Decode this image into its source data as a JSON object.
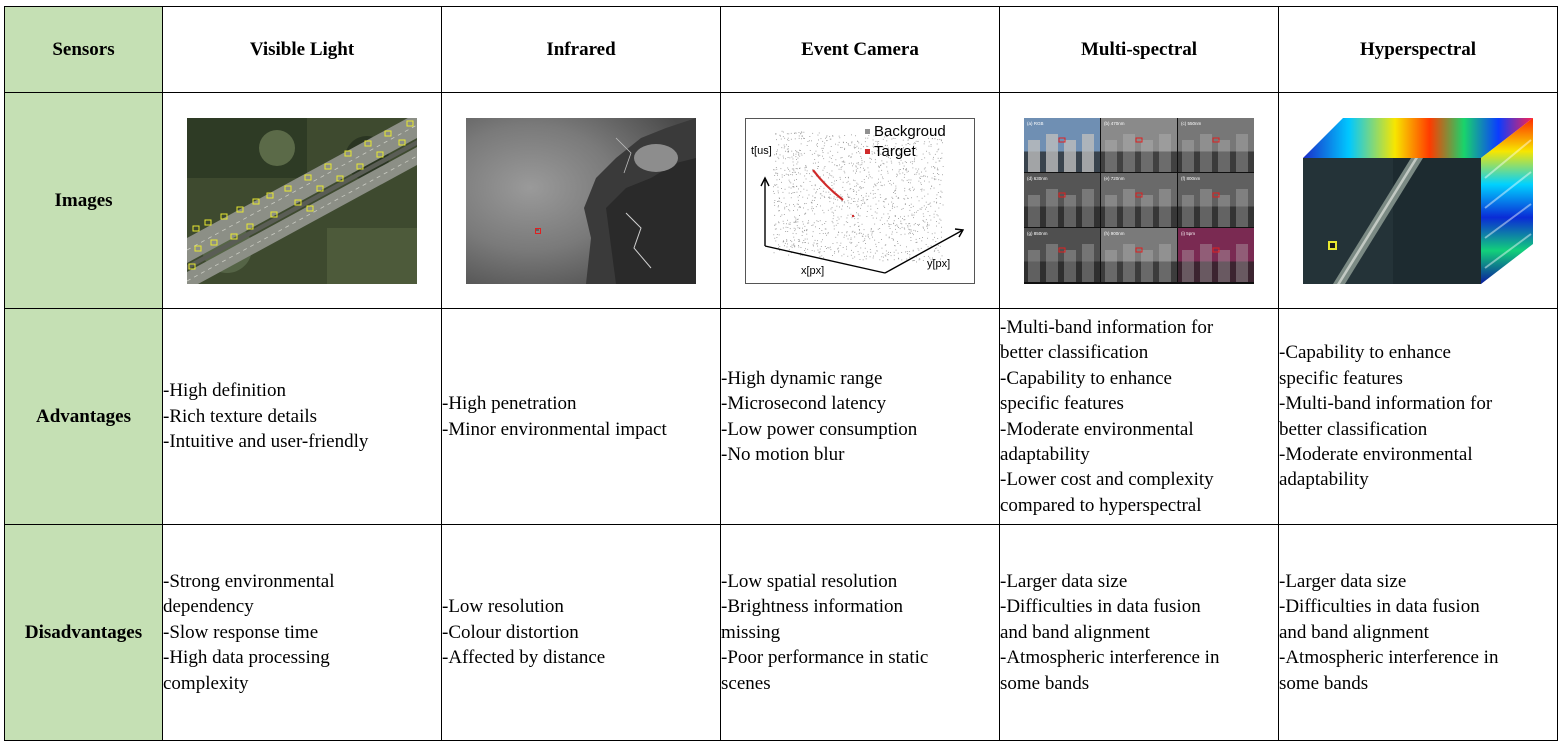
{
  "table": {
    "corner": "Sensors",
    "columns": [
      "Visible Light",
      "Infrared",
      "Event Camera",
      "Multi-spectral",
      "Hyperspectral"
    ],
    "row_labels": {
      "images": "Images",
      "advantages": "Advantages",
      "disadvantages": "Disadvantages"
    },
    "advantages": [
      [
        "-High definition",
        "-Rich texture details",
        "-Intuitive and user-friendly"
      ],
      [
        "-High penetration",
        "-Minor environmental impact"
      ],
      [
        "-High dynamic range",
        "-Microsecond latency",
        "-Low power consumption",
        "-No motion blur"
      ],
      [
        "-Multi-band information for",
        "better classification",
        "-Capability to enhance",
        "specific features",
        "-Moderate environmental",
        "adaptability",
        "-Lower cost and complexity",
        "compared to hyperspectral"
      ],
      [
        "-Capability to enhance",
        "specific features",
        "-Multi-band information for",
        "better classification",
        "-Moderate environmental",
        "adaptability"
      ]
    ],
    "disadvantages": [
      [
        "-Strong environmental",
        "dependency",
        "-Slow response time",
        "-High data processing",
        "complexity"
      ],
      [
        "-Low resolution",
        "-Colour distortion",
        "-Affected by distance"
      ],
      [
        "-Low spatial resolution",
        "-Brightness information",
        "missing",
        "-Poor performance in static",
        "scenes"
      ],
      [
        "-Larger data size",
        "-Difficulties in data fusion",
        "and band alignment",
        "-Atmospheric interference in",
        "some bands"
      ],
      [
        "-Larger data size",
        "-Difficulties in data fusion",
        "and band alignment",
        "-Atmospheric interference in",
        "some bands"
      ]
    ]
  },
  "event_camera_plot": {
    "legend_background": "Backgroud",
    "legend_target": "Target",
    "axis_t": "t[us]",
    "axis_x": "x[px]",
    "axis_y": "y[px]"
  },
  "multispectral_tiles": [
    "(a) RGB",
    "(b) 470nm",
    "(c) 550nm",
    "(d) 630nm",
    "(e) 720nm",
    "(f) 800nm",
    "(g) 850nm",
    "(h) 900nm",
    "(i) 5pm"
  ],
  "colors": {
    "row_header_bg": "#c5e0b4",
    "target_marker": "#e02020",
    "detection_box": "#e8e830"
  }
}
